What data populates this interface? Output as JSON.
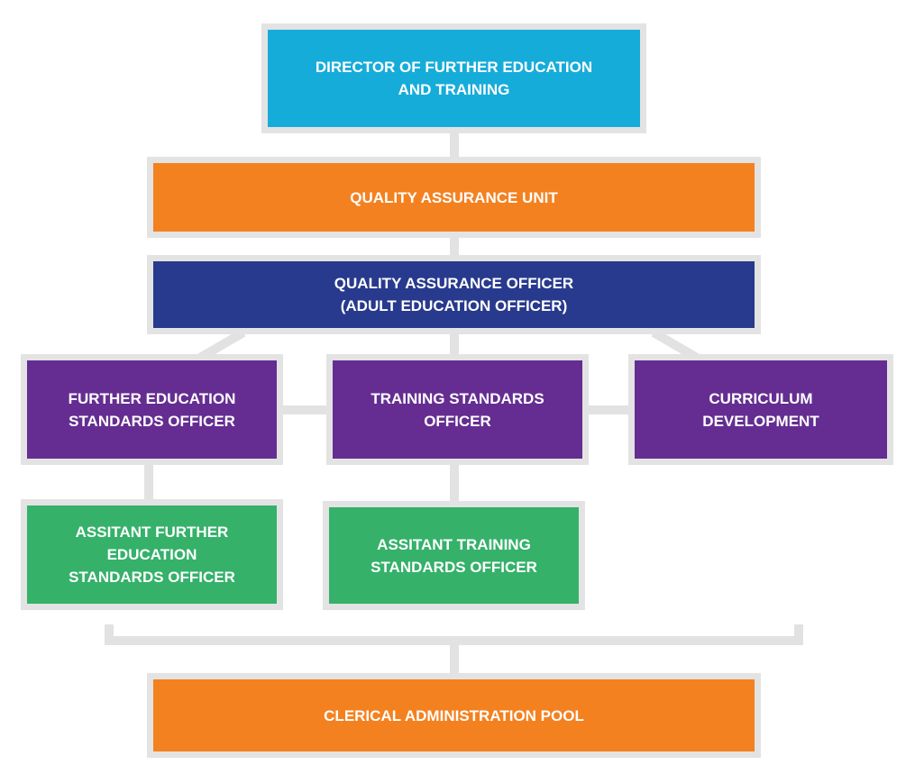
{
  "colors": {
    "connector": "#e2e2e2",
    "director": "#16acda",
    "unit": "#f48120",
    "officer": "#283a8d",
    "standards": "#652d91",
    "assistant": "#35b16a",
    "clerical": "#f48120"
  },
  "nodes": {
    "director": {
      "label": "DIRECTOR OF FURTHER EDUCATION\nAND TRAINING"
    },
    "qa_unit": {
      "label": "QUALITY ASSURANCE UNIT"
    },
    "qa_officer": {
      "label": "QUALITY ASSURANCE OFFICER\n(ADULT EDUCATION OFFICER)"
    },
    "fe_standards": {
      "label": "FURTHER EDUCATION\nSTANDARDS OFFICER"
    },
    "training_standards": {
      "label": "TRAINING STANDARDS\nOFFICER"
    },
    "curriculum": {
      "label": "CURRICULUM\nDEVELOPMENT"
    },
    "asst_fe": {
      "label": "ASSITANT FURTHER\nEDUCATION\nSTANDARDS OFFICER"
    },
    "asst_training": {
      "label": "ASSITANT TRAINING\nSTANDARDS OFFICER"
    },
    "clerical": {
      "label": "CLERICAL ADMINISTRATION POOL"
    }
  }
}
